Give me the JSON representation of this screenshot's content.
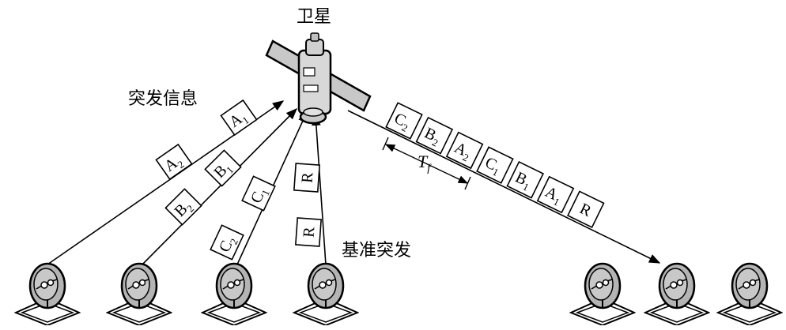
{
  "labels": {
    "satellite": "卫星",
    "burst_info": "突发信息",
    "reference_burst": "基准突发"
  },
  "uplink_packets": [
    {
      "letter": "A",
      "sub": "1"
    },
    {
      "letter": "A",
      "sub": "2"
    },
    {
      "letter": "B",
      "sub": "1"
    },
    {
      "letter": "B",
      "sub": "2"
    },
    {
      "letter": "C",
      "sub": "1"
    },
    {
      "letter": "C",
      "sub": "2"
    },
    {
      "letter": "R",
      "sub": ""
    },
    {
      "letter": "R",
      "sub": ""
    }
  ],
  "downlink_packets": [
    {
      "letter": "C",
      "sub": "2"
    },
    {
      "letter": "B",
      "sub": "2"
    },
    {
      "letter": "A",
      "sub": "2"
    },
    {
      "letter": "C",
      "sub": "1"
    },
    {
      "letter": "B",
      "sub": "1"
    },
    {
      "letter": "A",
      "sub": "1"
    },
    {
      "letter": "R",
      "sub": ""
    }
  ],
  "frame_period": {
    "symbol": "T",
    "sub": "f"
  },
  "icons": {
    "satellite": "satellite-icon",
    "ground_station": "dish-antenna-icon"
  },
  "colors": {
    "line": "#000000",
    "satellite_gray": "#c8c8c8",
    "dish_gray": "#b4b4b4"
  }
}
